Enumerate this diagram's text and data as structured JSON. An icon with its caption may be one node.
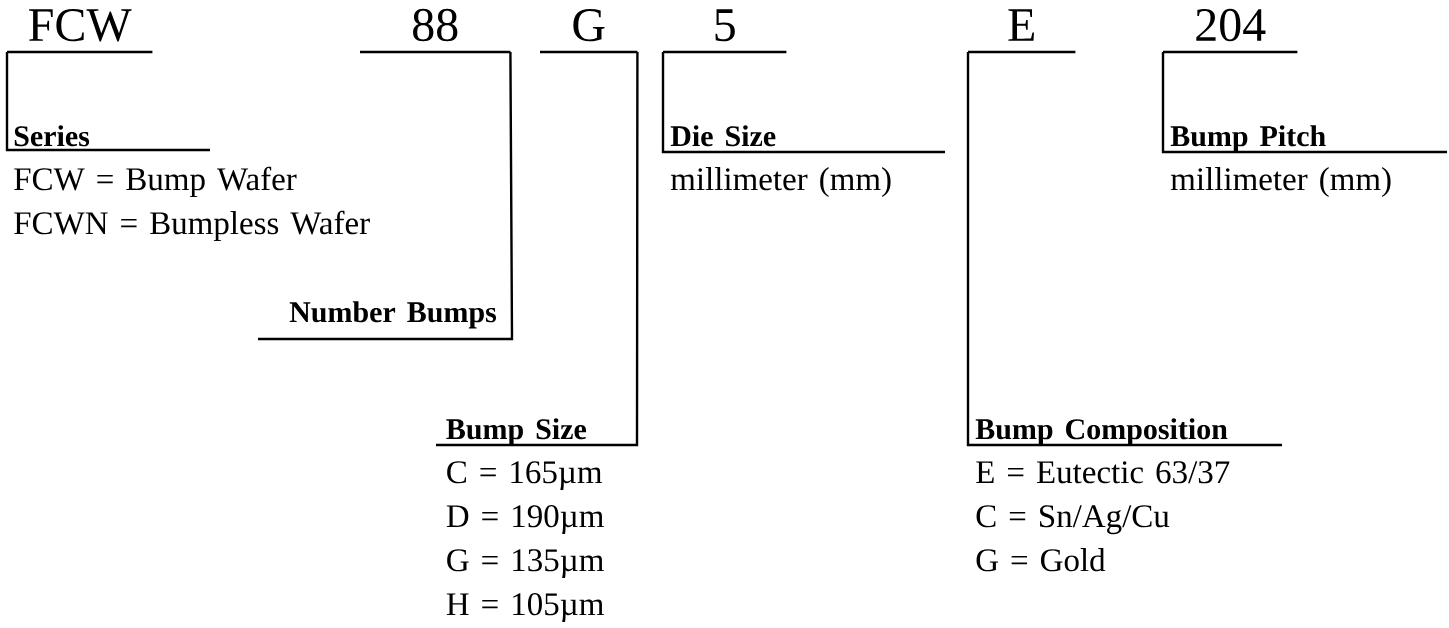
{
  "diagram": {
    "nodes": [
      {
        "text": [
          "FCW"
        ]
      },
      {
        "text": [
          "88"
        ]
      },
      {
        "text": [
          "G"
        ]
      },
      {
        "text": [
          "5"
        ]
      },
      {
        "text": [
          "E"
        ]
      },
      {
        "text": [
          "204"
        ]
      },
      {
        "text": [
          "Series",
          "FCW = Bump Wafer",
          "FCWN = Bumpless Wafer"
        ]
      },
      {
        "text": [
          "Die Size",
          "millimeter (mm)"
        ]
      },
      {
        "text": [
          "Bump Pitch",
          "millimeter (mm)"
        ]
      },
      {
        "text": [
          "Number Bumps"
        ]
      },
      {
        "text": [
          "Bump Size",
          "C = 165µm",
          "D = 190µm",
          "G = 135µm",
          "H = 105µm"
        ]
      },
      {
        "text": [
          "Bump Composition",
          "E = Eutectic 63/37",
          "C = Sn/Ag/Cu",
          "G = Gold"
        ]
      }
    ],
    "edges": [
      {
        "from": 0,
        "to": 6,
        "arrow": "none"
      },
      {
        "from": 1,
        "to": 9,
        "arrow": "none"
      },
      {
        "from": 2,
        "to": 10,
        "arrow": "none"
      },
      {
        "from": 3,
        "to": 7,
        "arrow": "none"
      },
      {
        "from": 4,
        "to": 11,
        "arrow": "none"
      },
      {
        "from": 5,
        "to": 8,
        "arrow": "none"
      }
    ]
  }
}
